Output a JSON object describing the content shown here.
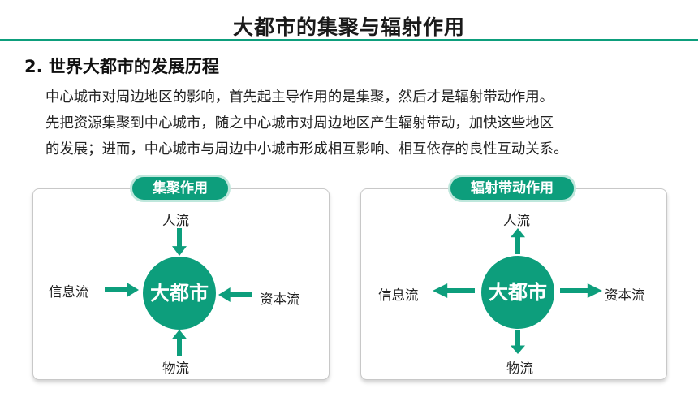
{
  "header": {
    "title": "大都市的集聚与辐射作用"
  },
  "section": {
    "heading": "2. 世界大都市的发展历程",
    "paragraph_lines": [
      "中心城市对周边地区的影响，首先起主导作用的是集聚，然后才是辐射带动作用。",
      "先把资源集聚到中心城市，随之中心城市对周边地区产生辐射带动，加快这些地区",
      "的发展；进而，中心城市与周边中小城市形成相互影响、相互依存的良性互动关系。"
    ]
  },
  "agglomeration": {
    "badge": "集聚作用",
    "center": "大都市",
    "top": "人流",
    "left": "信息流",
    "right": "资本流",
    "bottom": "物流"
  },
  "radiation": {
    "badge": "辐射带动作用",
    "center": "大都市",
    "top": "人流",
    "left": "信息流",
    "right": "资本流",
    "bottom": "物流"
  },
  "colors": {
    "accent": "#0d9e7c",
    "badge_glow": "#bfe7dc"
  },
  "icons": {
    "arrow_inward": "arrow-inward-icon",
    "arrow_outward": "arrow-outward-icon"
  }
}
